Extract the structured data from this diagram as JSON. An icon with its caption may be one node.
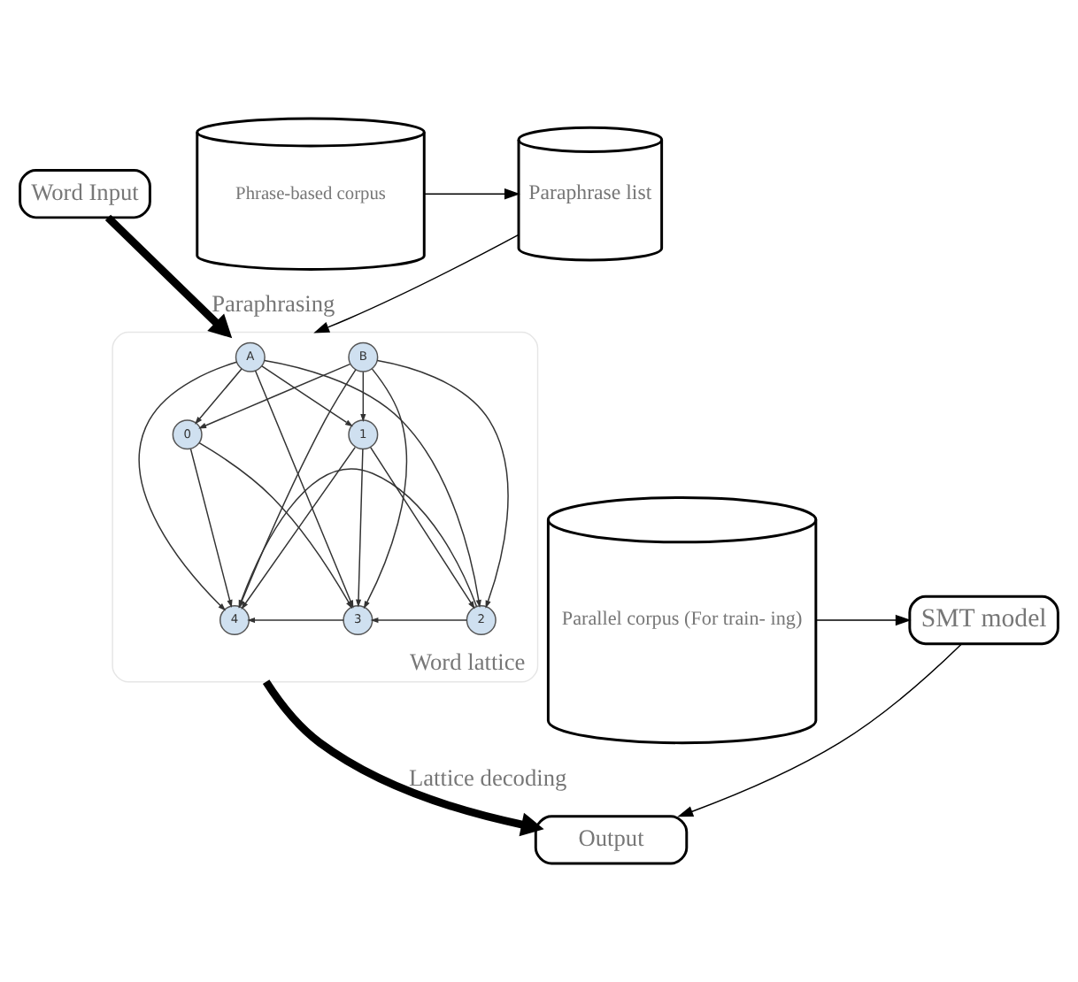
{
  "diagram": {
    "nodes": [
      {
        "text": [
          "Word Input"
        ]
      },
      {
        "text": [
          "Phrase-based corpus"
        ]
      },
      {
        "text": [
          "Paraphrase list"
        ]
      },
      {
        "text": [],
        "shape": "picture",
        "beside": [
          "Word lattice"
        ]
      },
      {
        "text": [
          "A"
        ],
        "in": 3
      },
      {
        "text": [
          "B"
        ],
        "in": 3
      },
      {
        "text": [
          "1"
        ],
        "in": 3
      },
      {
        "text": [
          "0"
        ],
        "in": 3
      },
      {
        "text": [
          "2"
        ],
        "in": 3
      },
      {
        "text": [
          "3"
        ],
        "in": 3
      },
      {
        "text": [
          "4"
        ],
        "in": 3
      },
      {
        "text": [
          "Parallel corpus (For train- ing)"
        ]
      },
      {
        "text": [
          "SMT model"
        ]
      },
      {
        "text": [
          "Output"
        ]
      }
    ],
    "edges": [
      {
        "from": 1,
        "to": 2,
        "arrow": "to"
      },
      {
        "from": 0,
        "to": 3,
        "arrow": "to",
        "label": "Paraphrasing",
        "style": "thick"
      },
      {
        "from": 2,
        "to": 3,
        "arrow": "to"
      },
      {
        "from": 4,
        "to": 6,
        "arrow": "to"
      },
      {
        "from": 4,
        "to": 8,
        "arrow": "to"
      },
      {
        "from": 4,
        "to": 9,
        "arrow": "to"
      },
      {
        "from": 4,
        "to": 10,
        "arrow": "to"
      },
      {
        "from": 4,
        "to": 7,
        "arrow": "to"
      },
      {
        "from": 5,
        "to": 6,
        "arrow": "to"
      },
      {
        "from": 5,
        "to": 8,
        "arrow": "to"
      },
      {
        "from": 5,
        "to": 9,
        "arrow": "to"
      },
      {
        "from": 5,
        "to": 10,
        "arrow": "to"
      },
      {
        "from": 5,
        "to": 7,
        "arrow": "to"
      },
      {
        "from": 6,
        "to": 8,
        "arrow": "to"
      },
      {
        "from": 6,
        "to": 9,
        "arrow": "to"
      },
      {
        "from": 6,
        "to": 10,
        "arrow": "to"
      },
      {
        "from": 7,
        "to": 9,
        "arrow": "to"
      },
      {
        "from": 7,
        "to": 10,
        "arrow": "to"
      },
      {
        "from": 8,
        "to": 9,
        "arrow": "to"
      },
      {
        "from": 8,
        "to": 10,
        "arrow": "to"
      },
      {
        "from": 9,
        "to": 10,
        "arrow": "to"
      },
      {
        "from": 11,
        "to": 12,
        "arrow": "to"
      },
      {
        "from": 3,
        "to": 13,
        "arrow": "to",
        "label": "Lattice decoding",
        "style": "thick"
      },
      {
        "from": 12,
        "to": 13,
        "arrow": "to"
      }
    ]
  }
}
